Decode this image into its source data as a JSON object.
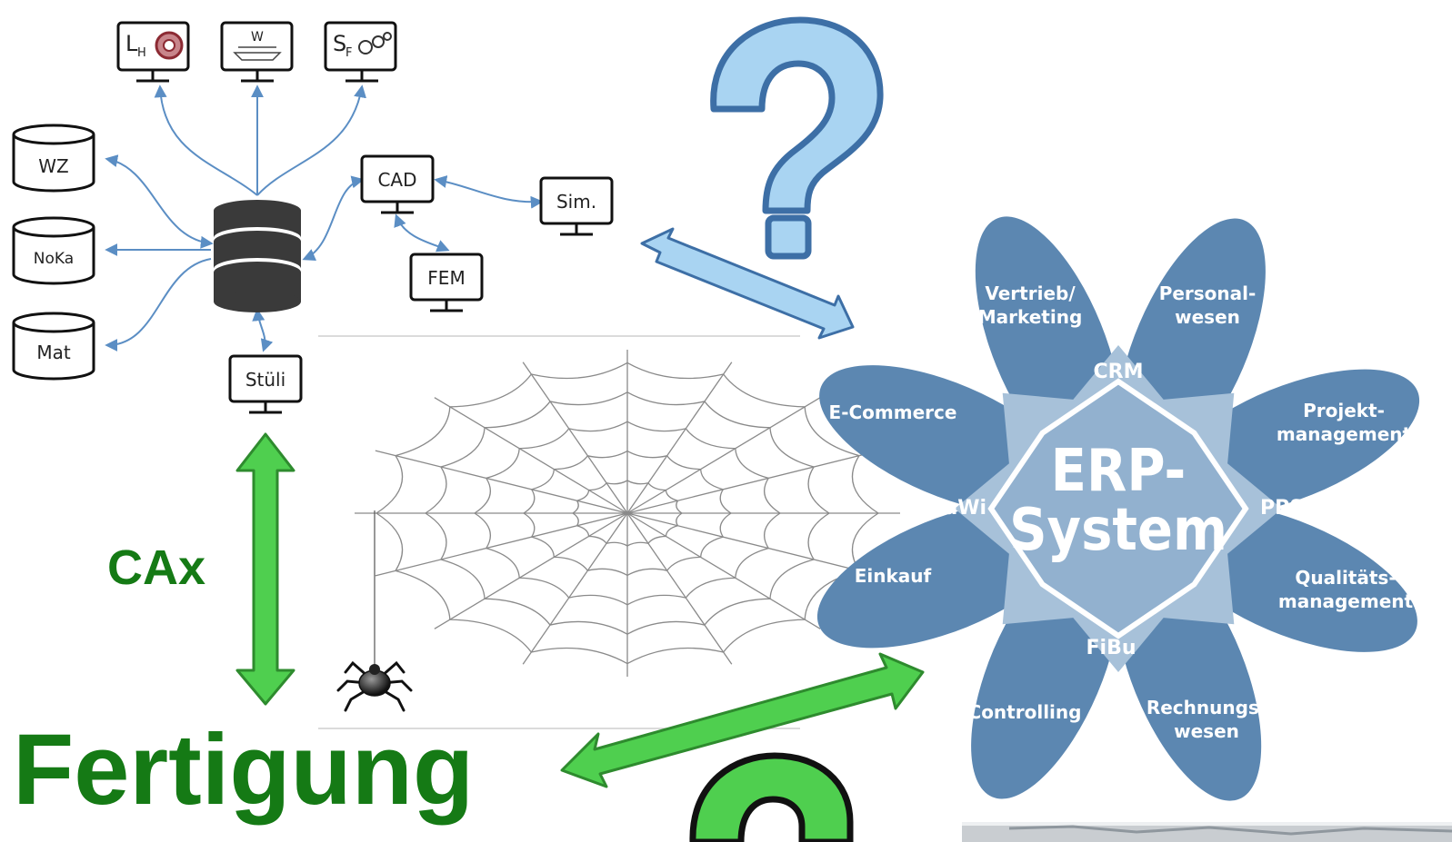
{
  "top_monitors": [
    {
      "label": "L",
      "sub": "H"
    },
    {
      "label": "W",
      "sub": ""
    },
    {
      "label": "S",
      "sub": "F"
    }
  ],
  "databases": [
    "WZ",
    "NoKa",
    "Mat"
  ],
  "monitors": {
    "cad": "CAD",
    "sim": "Sim.",
    "fem": "FEM",
    "stueli": "Stüli"
  },
  "labels": {
    "cax": "CAx",
    "fertigung": "Fertigung"
  },
  "erp": {
    "core_line1": "ERP-",
    "core_line2": "System",
    "hubs": [
      "CRM",
      "PPS",
      "FiBu",
      "WaWi"
    ],
    "petals": [
      {
        "line1": "Vertrieb/",
        "line2": "Marketing"
      },
      {
        "line1": "Personal-",
        "line2": "wesen"
      },
      {
        "line1": "Projekt-",
        "line2": "management"
      },
      {
        "line1": "Qualitäts-",
        "line2": "management"
      },
      {
        "line1": "Rechnungs-",
        "line2": "wesen"
      },
      {
        "line1": "Controlling",
        "line2": ""
      },
      {
        "line1": "Einkauf",
        "line2": ""
      },
      {
        "line1": "E-Commerce",
        "line2": ""
      }
    ]
  },
  "colors": {
    "network_arrow": "#5b8ec4",
    "erp_petal": "#5c87b1",
    "erp_inner": "#a7c1d9",
    "question_fill": "#a9d4f2",
    "question_stroke": "#3d6fa6",
    "green_arrow": "#4fcf4f",
    "green_text": "#157a15"
  }
}
